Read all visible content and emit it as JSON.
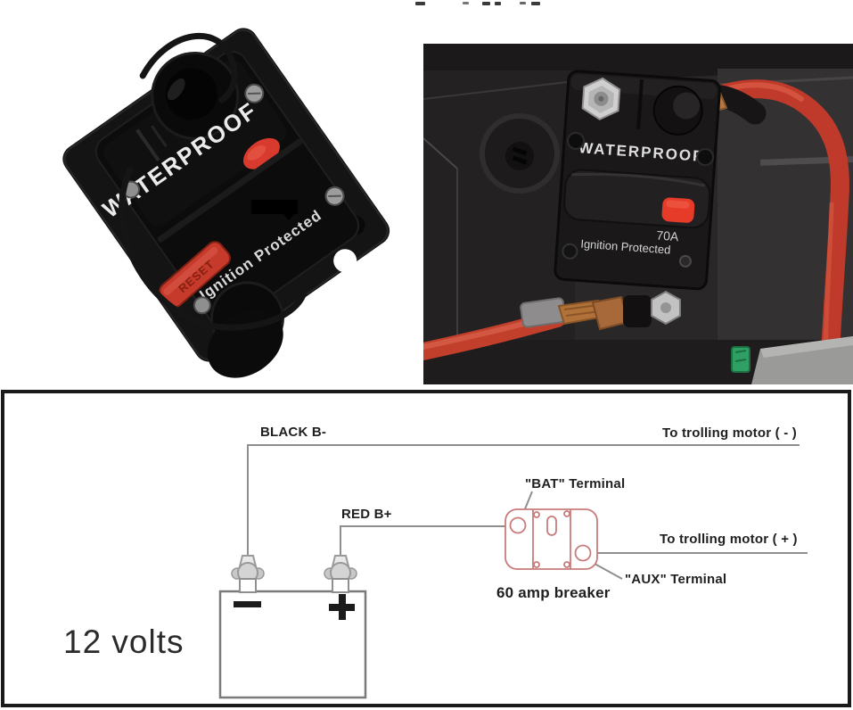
{
  "photos": {
    "product_photo": {
      "waterproof_label": "WATERPROOF",
      "ignition_label": "Ignition Protected",
      "reset_label": "RESET"
    },
    "installed_photo": {
      "waterproof_label": "WATERPROOF",
      "amp_label": "70A",
      "ignition_label": "Ignition Protected"
    }
  },
  "diagram": {
    "black_wire_label": "BLACK B-",
    "red_wire_label": "RED B+",
    "motor_negative_label": "To trolling motor ( - )",
    "motor_positive_label": "To trolling motor ( + )",
    "bat_terminal_label": "\"BAT\" Terminal",
    "aux_terminal_label": "\"AUX\" Terminal",
    "breaker_label": "60 amp breaker",
    "battery_label": "12 volts",
    "colors": {
      "breaker_outline": "#c97b7b",
      "wire_gray": "#8f8f8f",
      "border_black": "#1a1a1a"
    }
  },
  "device_colors": {
    "reset_button_red": "#e03a2f",
    "cable_red": "#c23b2d"
  }
}
